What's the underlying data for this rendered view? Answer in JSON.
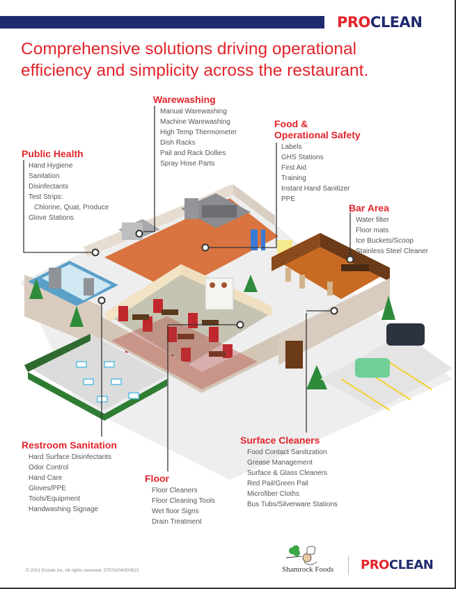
{
  "brand": {
    "logo_pro": "PRO",
    "logo_clean": "CLEAN",
    "colors": {
      "red": "#e3242b",
      "navy": "#1f2a6e",
      "text": "#555555"
    }
  },
  "headline": {
    "line1": "Comprehensive solutions driving operational",
    "line2": "efficiency and simplicity across the restaurant."
  },
  "categories": {
    "warewashing": {
      "title": "Warewashing",
      "items": [
        "Manual Warewashing",
        "Machine Warewashing",
        "High Temp Thermometer",
        "Dish Racks",
        "Pail and Rack Dollies",
        "Spray Hose Parts"
      ]
    },
    "food_safety": {
      "title_line1": "Food &",
      "title_line2": "Operational Safety",
      "items": [
        "Labels",
        "GHS Stations",
        "First Aid",
        "Training",
        "Instant Hand Sanitizer",
        "PPE"
      ]
    },
    "public_health": {
      "title": "Public Health",
      "items": [
        "Hand Hygiene",
        "Sanitation",
        "Disinfectants",
        "Test Strips:",
        "Chlorine, Quat, Produce",
        "Glove Stations"
      ]
    },
    "bar_area": {
      "title": "Bar Area",
      "items": [
        "Water filter",
        "Floor mats",
        "Ice Buckets/Scoop",
        "Stainless Steel Cleaner"
      ]
    },
    "restroom": {
      "title": "Restroom Sanitation",
      "items": [
        "Hard Surface Disinfectants",
        "Odor Control",
        "Hand Care",
        "Gloves/PPE",
        "Tools/Equipment",
        "Handwashing Signage"
      ]
    },
    "floor": {
      "title": "Floor",
      "items": [
        "Floor Cleaners",
        "Floor Cleaning Tools",
        "Wet floor Signs",
        "Drain Treatment"
      ]
    },
    "surface_cleaners": {
      "title": "Surface Cleaners",
      "items": [
        "Food Contact Sanitization",
        "Grease Management",
        "Surface & Glass Cleaners",
        "Red Pail/Green Pail",
        "Microfiber Cloths",
        "Bus Tubs/Silverware Stations"
      ]
    }
  },
  "footer": {
    "copyright": "© 2021 Ecolab Inc. All rights reserved.  57570/0400/0621",
    "partner": "Shamrock Foods"
  }
}
